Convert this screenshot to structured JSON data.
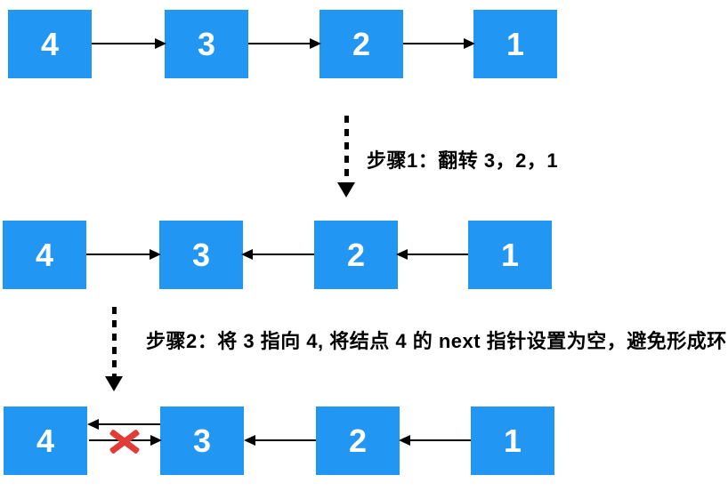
{
  "colors": {
    "node_fill": "#2196f3",
    "node_text": "#ffffff",
    "arrow": "#000000",
    "cross": "#e23c38",
    "label_text": "#000000",
    "background": "#ffffff"
  },
  "rows": [
    {
      "name": "original-list",
      "nodes": [
        "4",
        "3",
        "2",
        "1"
      ]
    },
    {
      "name": "after-step-1",
      "nodes": [
        "4",
        "3",
        "2",
        "1"
      ]
    },
    {
      "name": "after-step-2",
      "nodes": [
        "4",
        "3",
        "2",
        "1"
      ]
    }
  ],
  "steps": [
    {
      "label": "步骤1：翻转 3，2，1"
    },
    {
      "label": "步骤2：将 3 指向 4, 将结点 4 的 next 指针设置为空，避免形成环"
    }
  ],
  "icons": {
    "cross": "deleted-pointer-cross",
    "dashed_arrow": "step-transition-arrow-down"
  }
}
